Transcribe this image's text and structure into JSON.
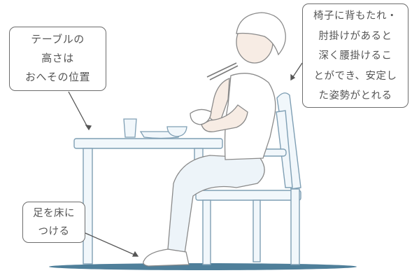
{
  "callouts": {
    "table": {
      "lines": [
        "テーブルの",
        "高さは",
        "おへその位置"
      ]
    },
    "chair": {
      "lines": [
        "椅子に背もたれ・",
        "肘掛けがあると",
        "深く腰掛けるこ",
        "とができ、安定し",
        "た姿勢がとれる"
      ]
    },
    "feet": {
      "lines": [
        "足を床に",
        "つける"
      ]
    }
  },
  "colors": {
    "outline": "#6d6d6d",
    "text": "#555555",
    "furniture_fill": "#f1f7fb",
    "furniture_line": "#8aa9bd",
    "floor": "#4f7f9a",
    "skin": "#f7ece4"
  },
  "icons": [
    "chopsticks-icon",
    "rice-bowl-icon",
    "drinking-glass-icon",
    "plate-icon",
    "soup-bowl-icon"
  ]
}
